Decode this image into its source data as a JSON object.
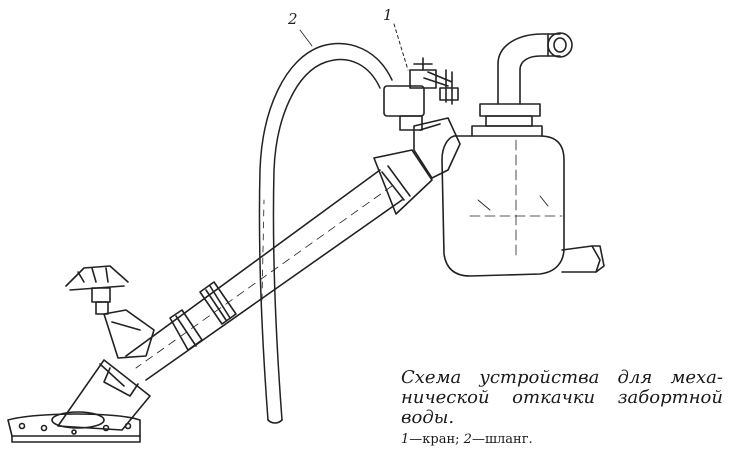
{
  "callouts": {
    "one": "1",
    "two": "2"
  },
  "caption": {
    "line1": "Схема устройства для меха-",
    "line2": "нической откачки забортной",
    "line3": "воды."
  },
  "legend": {
    "n1": "1",
    "t1": "—кран; ",
    "n2": "2",
    "t2": "—шланг."
  }
}
